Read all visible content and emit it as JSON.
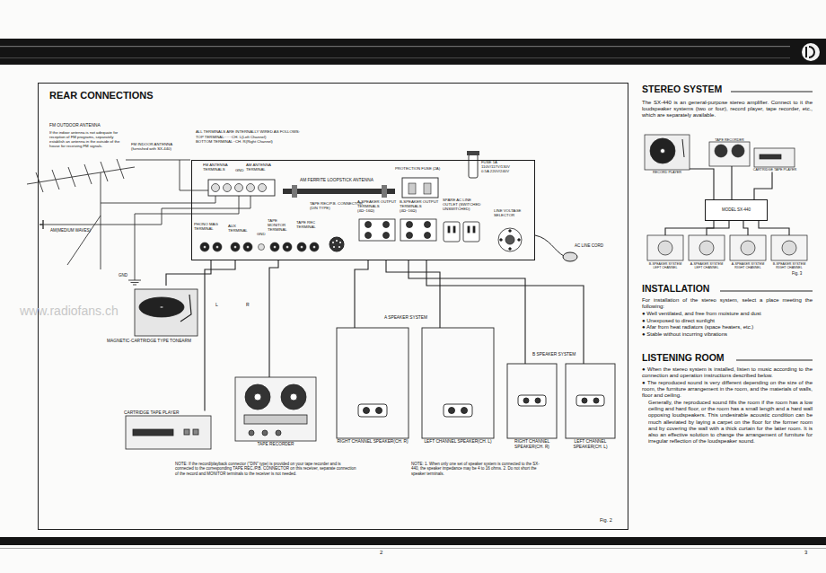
{
  "diagram": {
    "title": "REAR CONNECTIONS",
    "nodes": [
      {
        "text": [
          "AM FERRITE LOOPSTICK ANTENNA"
        ]
      },
      {
        "text": [
          "MAGNETIC-CARTRIDGE TYPE TONEARM"
        ]
      },
      {
        "text": [
          "CARTRIDGE TAPE PLAYER"
        ]
      },
      {
        "text": [
          "TAPE RECORDER"
        ]
      },
      {
        "text": [
          "RIGHT CHANNEL SPEAKER(CH. R)"
        ]
      },
      {
        "text": [
          "LEFT CHANNEL SPEAKER(CH. L)"
        ]
      },
      {
        "text": [
          "RIGHT CHANNEL SPEAKER(CH. R)"
        ]
      },
      {
        "text": [
          "LEFT CHANNEL SPEAKER(CH. L)"
        ]
      },
      {
        "text": [
          "RECORD PLAYER"
        ]
      },
      {
        "text": [
          "TAPE RECORDER"
        ]
      },
      {
        "text": [
          "CARTRIDGE TAPE PLAYER"
        ]
      },
      {
        "text": [
          "MODEL SX-440"
        ]
      },
      {
        "text": [
          "B-SPEAKER SYSTEM LEFT CHANNEL"
        ]
      },
      {
        "text": [
          "A-SPEAKER SYSTEM LEFT CHANNEL"
        ]
      },
      {
        "text": [
          "A-SPEAKER SYSTEM RIGHT CHANNEL"
        ]
      },
      {
        "text": [
          "B-SPEAKER SYSTEM RIGHT CHANNEL"
        ]
      }
    ],
    "edges": [
      {
        "from": 1,
        "to": 0,
        "arrow": "none"
      },
      {
        "from": 2,
        "to": 0,
        "arrow": "none"
      },
      {
        "from": 3,
        "to": 0,
        "arrow": "none"
      },
      {
        "from": 4,
        "to": 0,
        "arrow": "none"
      },
      {
        "from": 5,
        "to": 0,
        "arrow": "none"
      },
      {
        "from": 6,
        "to": 0,
        "arrow": "none"
      },
      {
        "from": 7,
        "to": 0,
        "arrow": "none"
      },
      {
        "from": 8,
        "to": 11,
        "arrow": "none"
      },
      {
        "from": 9,
        "to": 11,
        "arrow": "none"
      },
      {
        "from": 10,
        "to": 11,
        "arrow": "none"
      },
      {
        "from": 11,
        "to": 12,
        "arrow": "none"
      },
      {
        "from": 11,
        "to": 13,
        "arrow": "none"
      },
      {
        "from": 11,
        "to": 14,
        "arrow": "none"
      },
      {
        "from": 11,
        "to": 15,
        "arrow": "none"
      }
    ],
    "labels": [
      "FM OUTDOOR ANTENNA",
      "If the indoor antenna is not adequate for reception of FM programs, separately establish an antenna in the outside of the house for receiving FM signals.",
      "FM INDOOR ANTENNA (furnished with SX-440)",
      "ALL TERMINALS ARE INTERNALLY WIRED AS FOLLOWS:",
      "TOP TERMINAL······CH. L(Left Channel)",
      "BOTTOM TERMINAL··CH. R(Right Channel)",
      "FM ANTENNA TERMINALS",
      "GND",
      "AM ANTENNA TERMINAL",
      "PROTECTION FUSE (2A)",
      "FUSE 1A 110V/117V/130V 0.5A 220V/240V",
      "TAPE REC/P.B. CONNECTOR (DIN TYPE)",
      "PHONO MAG TERMINAL",
      "AUX TERMINAL",
      "GND",
      "TAPE MONITOR TERMINAL",
      "TAPE REC TERMINAL",
      "A-SPEAKER OUTPUT TERMINALS (4Ω~16Ω)",
      "B-SPEAKER OUTPUT TERMINALS (4Ω~16Ω)",
      "SPARE AC LINE OUTLET (SWITCHED UNSWITCHED)",
      "LINE VOLTAGE SELECTOR",
      "AC LINE CORD",
      "AM(MEDIUM WAVES)",
      "GND",
      "www.radiofans.ch",
      "L",
      "R",
      "A SPEAKER SYSTEM",
      "B SPEAKER SYSTEM",
      "NOTE: If the record/playback connector (\"DIN\" type) is provided on your tape recorder and is connected to the corresponding TAPE REC./P.B. CONNECTOR on this receiver, separate connection of the record and MONITOR terminals to the receiver is not needed.",
      "NOTE: 1. When only one set of speaker system is connected to the SX-440, the speaker impedance may be 4 to 16 ohms. 2. Do not short the speaker terminals.",
      "Fig. 2",
      "2",
      "3",
      "STEREO SYSTEM",
      "The SX-440 is an general-purpose stereo amplifier. Connect to it the loudspeaker systems (two or four), record player, tape recorder, etc., which are separately available.",
      "Fig. 3",
      "INSTALLATION",
      "For installation of the stereo system, select a place meeting the following:",
      "● Well ventilated, and free from moisture and dust",
      "● Unexposed to direct sunlight",
      "● Afar from heat radiators (space heaters, etc.)",
      "● Stable without incurring vibrations",
      "LISTENING ROOM",
      "● When the stereo system is installed, listen to music according to the connection and operation instructions described below.",
      "● The reproduced sound is very different depending on the size of the room, the furniture arrangement in the room, and the materials of walls, floor and ceiling.",
      "Generally, the reproduced sound fills the room if the room has a low ceiling and hard floor, or the room has a small length and a hard wall opposing loudspeakers. This undesirable acoustic condition can be much alleviated by laying a carpet on the floor for the former room and by covering the wall with a thick curtain for the latter room. It is also an effective solution to change the arrangement of furniture for irregular reflection of the loudspeaker sound."
    ]
  }
}
